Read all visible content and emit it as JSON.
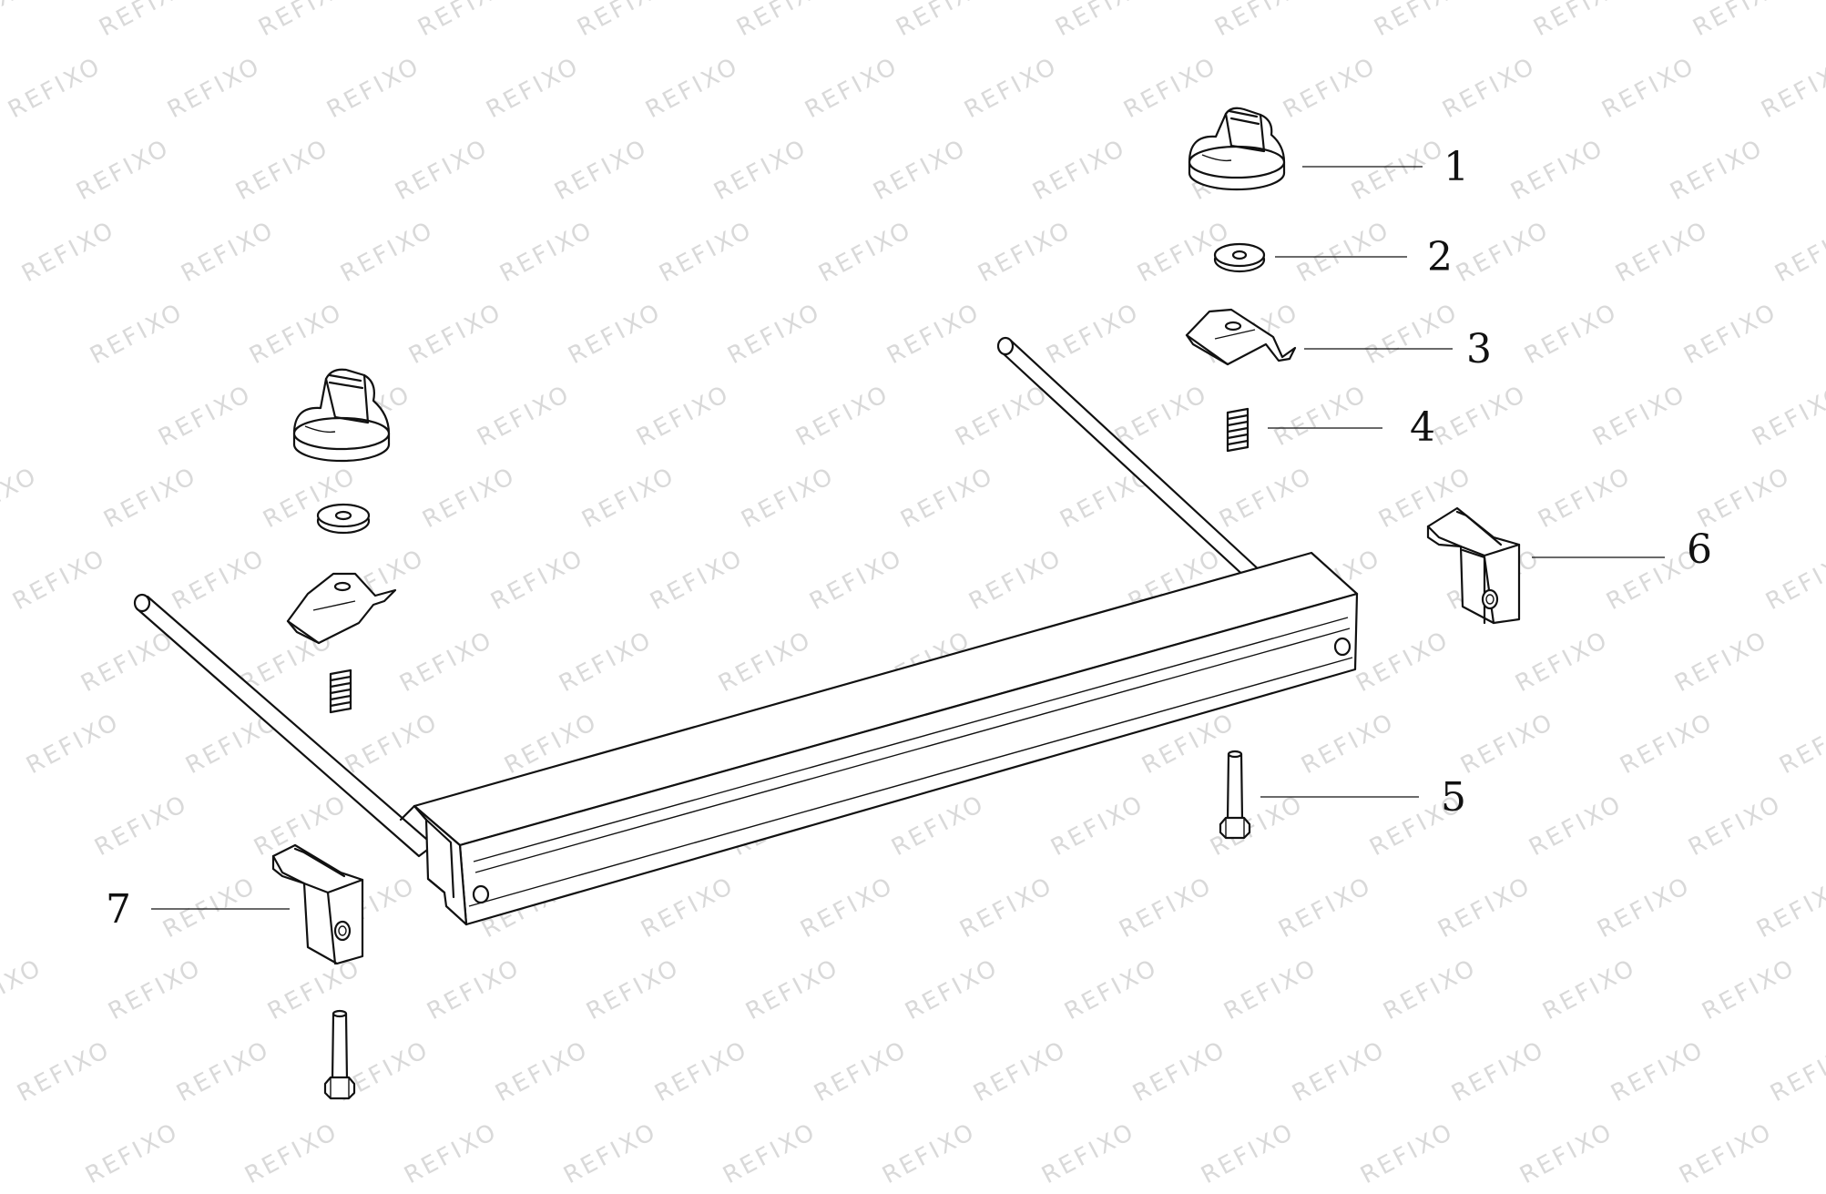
{
  "diagram": {
    "watermark_text": "REFIXO",
    "callouts": [
      {
        "id": "1",
        "label": "1"
      },
      {
        "id": "2",
        "label": "2"
      },
      {
        "id": "3",
        "label": "3"
      },
      {
        "id": "4",
        "label": "4"
      },
      {
        "id": "5",
        "label": "5"
      },
      {
        "id": "6",
        "label": "6"
      },
      {
        "id": "7",
        "label": "7"
      }
    ],
    "colors": {
      "line": "#111111",
      "watermark": "#d9d9d9",
      "background": "#ffffff"
    }
  }
}
